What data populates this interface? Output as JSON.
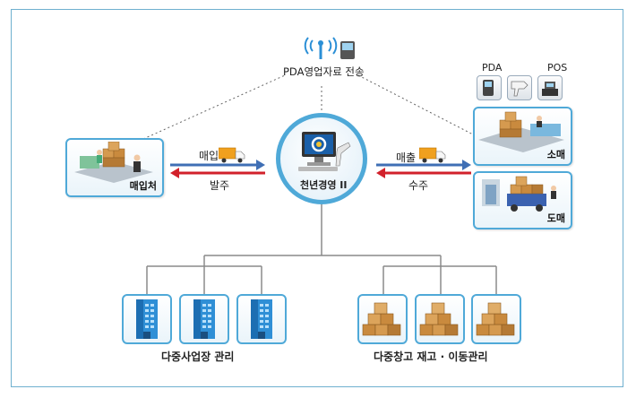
{
  "top": {
    "transfer_label": "PDA영업자료 전송"
  },
  "center": {
    "product_label": "천년경영 II"
  },
  "left": {
    "partner_label": "매입처",
    "purchase_label": "매입",
    "order_label": "발주"
  },
  "right": {
    "sales_label": "매출",
    "receive_label": "수주",
    "pda_label": "PDA",
    "pos_label": "POS",
    "retail_label": "소매",
    "wholesale_label": "도매"
  },
  "bottom": {
    "sites_label": "다중사업장 관리",
    "warehouse_label": "다중창고 재고 · 이동관리"
  },
  "icons": {
    "antenna": "wireless-pda-icon",
    "truck": "delivery-truck-icon",
    "building": "office-building-icon",
    "boxes": "box-stack-icon",
    "computer": "computer-monitor-icon"
  },
  "colors": {
    "accent": "#4fa9d8",
    "arrow_blue": "#3f6fb5",
    "arrow_red": "#d2212b",
    "tree_line": "#8a8a8a"
  }
}
